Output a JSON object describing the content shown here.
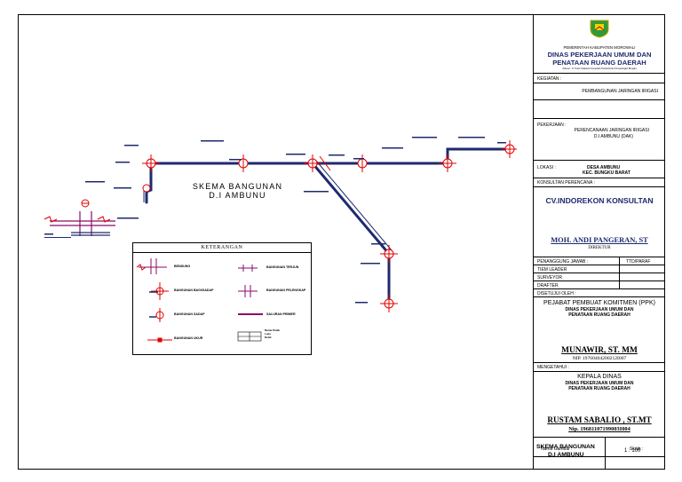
{
  "canvas": {
    "title_line1": "SKEMA BANGUNAN",
    "title_line2": "D.I AMBUNU",
    "legend": {
      "title": "KETERANGAN",
      "items": [
        "BENDUNG",
        "BANGUNAN BAGI/SADAP",
        "BANGUNAN SADAP",
        "BANGUNAN UKUR",
        "BANGUNAN TERJUN",
        "BANGUNAN PELENGKAP",
        "SALURAN PRIMER",
        "Nama Petak",
        "Luas",
        "Debit"
      ]
    }
  },
  "titleblock": {
    "org_line1": "PEMERINTAH KABUPATEN MOROWALI",
    "org_line2": "DINAS PEKERJAAN UMUM DAN",
    "org_line3": "PENATAAN RUANG DAERAH",
    "address": "Alamat : Jl. Trans Sulawesi Kompleks Perkantoran Fonuasingko Bungku",
    "kegiatan_label": "KEGIATAN :",
    "kegiatan_value": "PEMBANGUNAN JARINGAN IRIGASI",
    "pekerjaan_label": "PEKERJAAN :",
    "pekerjaan_value1": "PERENCANAAN JARINGAN IRIGASI",
    "pekerjaan_value2": "D.I AMBUNU (DAK)",
    "lokasi_label": "LOKASI :",
    "lokasi_value1": "DESA AMBUNU",
    "lokasi_value2": "KEC. BUNGKU BARAT",
    "konsultan_label": "KONSULTAN PERENCANA :",
    "konsultan_name": "CV.INDOREKON KONSULTAN",
    "director_name": "MOH. ANDI PANGERAN, ST",
    "director_title": "DIREKTUR",
    "responsibility_header": "PENANGGUNG JAWAB :",
    "signature_header": "TTD/PARAF",
    "roles": [
      "TIEM LEADER",
      "SURVEYOR",
      "DRAFTER"
    ],
    "approved_label": "DISETUJUI OLEH :",
    "ppk_title": "PEJABAT PEMBUAT KOMITMEN (PPK)",
    "ppk_org1": "DINAS PEKERJAAN UMUM DAN",
    "ppk_org2": "PENATAAN RUANG DAERAH",
    "ppk_name": "MUNAWIR, ST. MM",
    "ppk_nip": "NIP. 19760404200212I007",
    "known_label": "MENGETAHUI :",
    "head_title": "KEPALA DINAS",
    "head_org1": "DINAS PEKERJAAN UMUM DAN",
    "head_org2": "PENATAAN RUANG DAERAH",
    "head_name": "RUSTAM SABALIO , ST.MT",
    "head_nip": "Nip. 19681107199003I004",
    "drawing_name_label": "Nama Gambar :",
    "scale_label": "Skala :",
    "drawing_name1": "SKEMA BANGUNAN",
    "drawing_name2": "D.I AMBUNU",
    "scale_value": "1 : 100"
  },
  "colors": {
    "primary_canal": "#1e2a6e",
    "structure": "#e00000",
    "secondary": "#8a0a6a",
    "logo": "#2f9a3a"
  }
}
